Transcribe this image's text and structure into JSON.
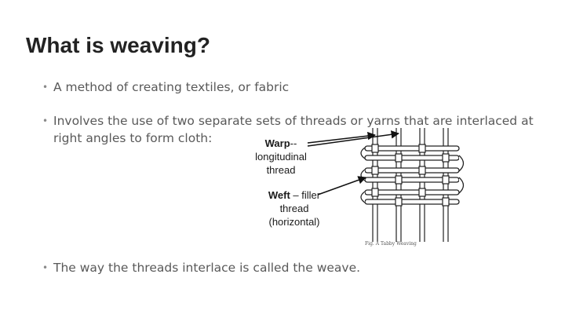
{
  "slide": {
    "title": "What is weaving?",
    "bullets": [
      "A method of creating textiles, or fabric",
      "Involves the use of two separate sets of threads or yarns that are interlaced at right angles to form cloth:",
      "The way the threads interlace is called the weave."
    ],
    "bullet_glyph": "•"
  },
  "figure": {
    "warp_label_bold": "Warp",
    "warp_label_rest": "-- longitudinal thread",
    "weft_label_bold": "Weft",
    "weft_label_rest": " – filler thread (horizontal)",
    "caption": "Fig. A  Tabby Weaving"
  },
  "colors": {
    "title": "#222222",
    "text": "#595959",
    "arrow": "#111111"
  }
}
